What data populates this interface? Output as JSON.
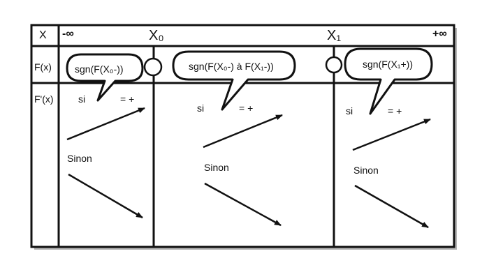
{
  "header": {
    "x_label": "X",
    "minus_inf": "-∞",
    "x0": "X₀",
    "x1": "X₁",
    "plus_inf": "+∞"
  },
  "rows": {
    "f_label": "F(x)",
    "fprime_label": "F'(x)"
  },
  "bubbles": [
    {
      "text": "sgn(F(X₀-))"
    },
    {
      "text": "sgn(F(X₀-) à F(X₁-))"
    },
    {
      "text": "sgn(F(X₁+))"
    }
  ],
  "intervals": [
    {
      "si": "si",
      "eq": "= +",
      "sinon": "Sinon"
    },
    {
      "si": "si",
      "eq": "= +",
      "sinon": "Sinon"
    },
    {
      "si": "si",
      "eq": "= +",
      "sinon": "Sinon"
    }
  ],
  "colors": {
    "line": "#111111",
    "shadow": "#b5b5b5",
    "background": "#ffffff"
  }
}
